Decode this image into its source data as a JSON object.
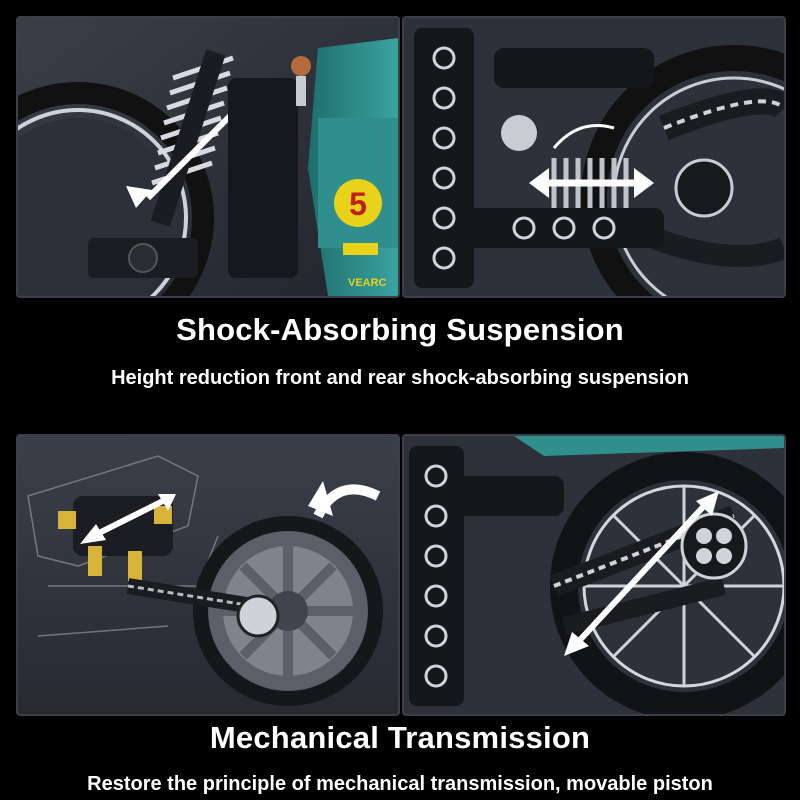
{
  "sections": [
    {
      "headline": "Shock-Absorbing Suspension",
      "caption": "Height reduction front and rear shock-absorbing suspension",
      "images": [
        "front-shock-absorber-closeup",
        "rear-shock-absorber-closeup"
      ]
    },
    {
      "headline": "Mechanical Transmission",
      "caption": "Restore the principle of mechanical transmission, movable piston",
      "images": [
        "transmission-xray-view",
        "chain-drive-closeup"
      ]
    }
  ],
  "badge": {
    "number": "5"
  },
  "brand_text": "VEARC",
  "colors": {
    "background": "#000000",
    "accent_teal": "#2f8f8c",
    "badge_yellow": "#e8d21a",
    "badge_red": "#c0201c",
    "text": "#ffffff"
  }
}
